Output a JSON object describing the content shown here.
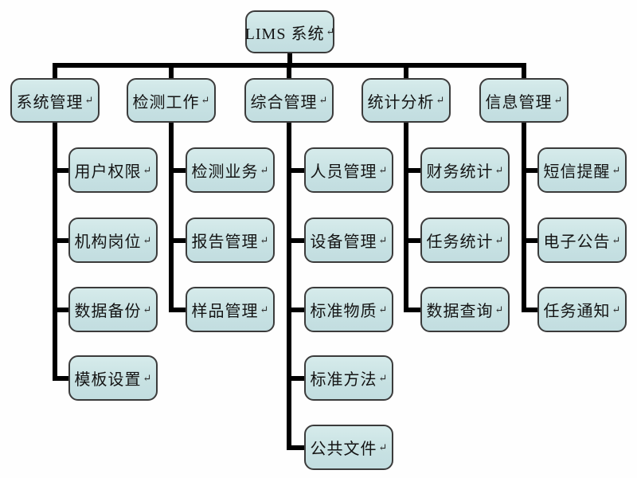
{
  "meta": {
    "title": "LIMS system function structure diagram",
    "return_mark": "↵",
    "box_fill": "#c8e2e3",
    "box_border": "#3b3b3b",
    "line_color": "#000000",
    "background": "#fefefe"
  },
  "root": {
    "label": "LIMS 系统"
  },
  "branches": [
    {
      "label": "系统管理",
      "children": [
        "用户权限",
        "机构岗位",
        "数据备份",
        "模板设置"
      ]
    },
    {
      "label": "检测工作",
      "children": [
        "检测业务",
        "报告管理",
        "样品管理"
      ]
    },
    {
      "label": "综合管理",
      "children": [
        "人员管理",
        "设备管理",
        "标准物质",
        "标准方法",
        "公共文件"
      ]
    },
    {
      "label": "统计分析",
      "children": [
        "财务统计",
        "任务统计",
        "数据查询"
      ]
    },
    {
      "label": "信息管理",
      "children": [
        "短信提醒",
        "电子公告",
        "任务通知"
      ]
    }
  ]
}
